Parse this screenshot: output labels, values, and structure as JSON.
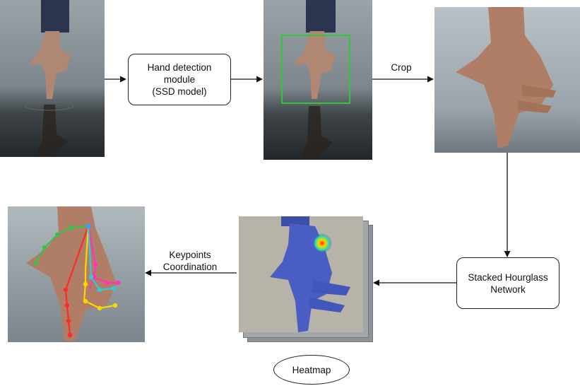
{
  "nodes": {
    "hand_detection": "Hand detection\nmodule\n(SSD model)",
    "hourglass": "Stacked Hourglass\nNetwork",
    "heatmap": "Heatmap"
  },
  "edge_labels": {
    "crop": "Crop",
    "keypoints": "Keypoints\nCoordination"
  },
  "colors": {
    "bbox": "#33c63a",
    "arrow": "#111111"
  }
}
